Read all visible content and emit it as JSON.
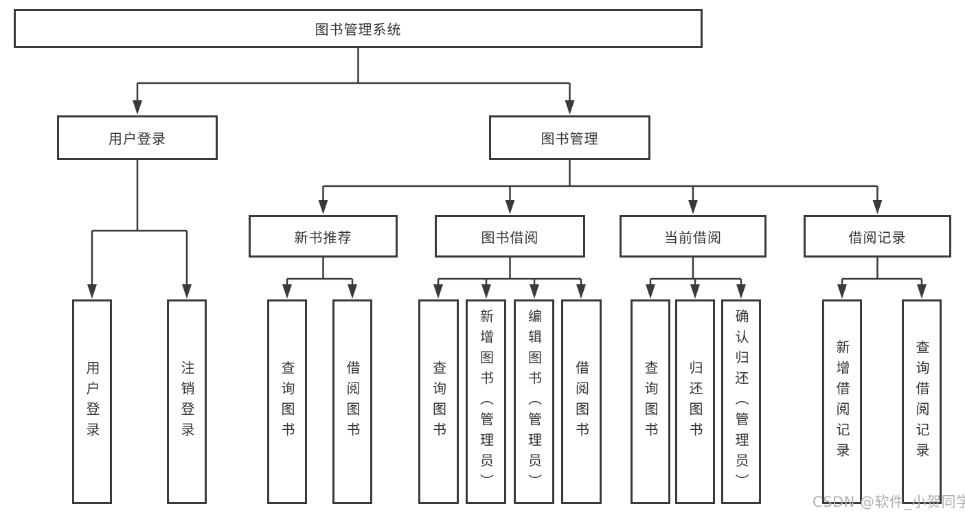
{
  "diagram": {
    "root": {
      "label": "图书管理系统"
    },
    "level2": {
      "user_login": {
        "label": "用户登录"
      },
      "book_management": {
        "label": "图书管理"
      }
    },
    "level3": {
      "new_books": {
        "label": "新书推荐"
      },
      "book_borrow": {
        "label": "图书借阅"
      },
      "current_borrow": {
        "label": "当前借阅"
      },
      "borrow_records": {
        "label": "借阅记录"
      }
    },
    "leaves": {
      "user_login": [
        "用户登录",
        "注销登录"
      ],
      "new_books": [
        "查询图书",
        "借阅图书"
      ],
      "book_borrow": [
        "查询图书",
        "新增图书（管理员）",
        "编辑图书（管理员）",
        "借阅图书"
      ],
      "current_borrow": [
        "查询图书",
        "归还图书",
        "确认归还（管理员）"
      ],
      "borrow_records": [
        "新增借阅记录",
        "查询借阅记录"
      ]
    }
  },
  "watermark": "CSDN @软件_小贺同学",
  "colors": {
    "line": "#3a3a3a",
    "box_border": "#3a3a3a",
    "text": "#333333",
    "watermark": "#b0b0b0",
    "background": "#ffffff"
  }
}
